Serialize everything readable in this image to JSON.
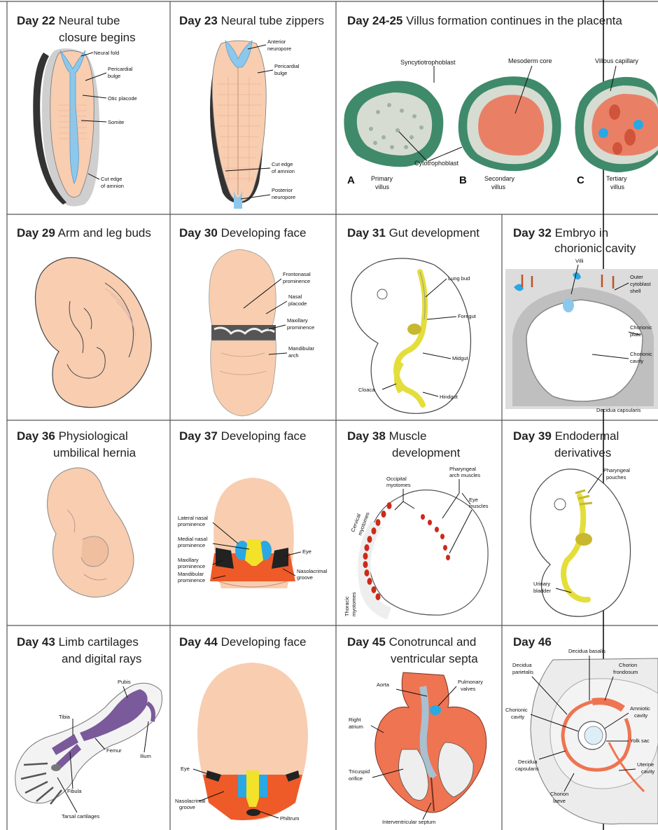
{
  "colors": {
    "skin": "#f8cdb0",
    "neural": "#8cc8ec",
    "mesenchyme": "#f0a8a0",
    "villus_rim": "#3f8a6a",
    "villus_core": "#e98066",
    "gut": "#e4de3c",
    "cartilage": "#7a5a9a",
    "heart": "#ee7452",
    "face_red": "#ee5a28",
    "face_blue": "#2aa8e4",
    "face_yellow": "#f2e22a",
    "muscle": "#cc2a1a"
  },
  "panels": [
    {
      "id": "p22",
      "day": "Day 22",
      "title": [
        "Neural tube",
        "closure begins"
      ],
      "labels": [
        "Neural fold",
        "Pericardial",
        "bulge",
        "Otic placode",
        "Somite",
        "Cut edge",
        "of amnion"
      ]
    },
    {
      "id": "p23",
      "day": "Day 23",
      "title": [
        "Neural tube zippers"
      ],
      "labels": [
        "Anterior",
        "neuropore",
        "Pericardial",
        "bulge",
        "Cut edge",
        "of amnion",
        "Posterior",
        "neuropore"
      ]
    },
    {
      "id": "p24",
      "day": "Day 24-25",
      "title": [
        "Villus formation continues in the placenta"
      ],
      "labels": [
        "Syncytiotrophoblast",
        "Mesoderm core",
        "Villous capillary",
        "Cytotrophoblast",
        "Primary",
        "villus",
        "Secondary",
        "villus",
        "Tertiary",
        "villus"
      ],
      "letters": [
        "A",
        "B",
        "C"
      ]
    },
    {
      "id": "p29",
      "day": "Day 29",
      "title": [
        "Arm and leg buds"
      ],
      "labels": []
    },
    {
      "id": "p30",
      "day": "Day 30",
      "title": [
        "Developing face"
      ],
      "labels": [
        "Frontonasal",
        "prominence",
        "Nasal",
        "placode",
        "Maxillary",
        "prominence",
        "Mandibular",
        "arch"
      ]
    },
    {
      "id": "p31",
      "day": "Day 31",
      "title": [
        "Gut development"
      ],
      "labels": [
        "Lung bud",
        "Foregut",
        "Midgut",
        "Cloaca",
        "Hindgut"
      ]
    },
    {
      "id": "p32",
      "day": "Day 32",
      "title": [
        "Embryo in",
        "chorionic cavity"
      ],
      "labels": [
        "Villi",
        "Outer",
        "cytoblast",
        "shell",
        "Chorionic",
        "plate",
        "Chorionic",
        "cavity",
        "Decidua capsularis"
      ]
    },
    {
      "id": "p36",
      "day": "Day 36",
      "title": [
        "Physiological",
        "umbilical hernia"
      ],
      "labels": []
    },
    {
      "id": "p37",
      "day": "Day 37",
      "title": [
        "Developing face"
      ],
      "labels": [
        "Lateral nasal",
        "prominence",
        "Medial nasal",
        "prominence",
        "Maxillary",
        "prominence",
        "Mandibular",
        "prominence",
        "Eye",
        "Nasolacrimal",
        "groove"
      ]
    },
    {
      "id": "p38",
      "day": "Day 38",
      "title": [
        "Muscle",
        "development"
      ],
      "labels": [
        "Occipital",
        "myotomes",
        "Pharyngeal",
        "arch muscles",
        "Eye",
        "muscles",
        "Cervical",
        "myotomes",
        "Thoracic",
        "myotomes"
      ]
    },
    {
      "id": "p39",
      "day": "Day 39",
      "title": [
        "Endodermal",
        "derivatives"
      ],
      "labels": [
        "Pharyngeal",
        "pouches",
        "Urinary",
        "bladder"
      ]
    },
    {
      "id": "p43",
      "day": "Day 43",
      "title": [
        "Limb cartilages",
        "and digital rays"
      ],
      "labels": [
        "Pubis",
        "Tibia",
        "Femur",
        "Ilium",
        "Fibula",
        "Tarsal cartilages"
      ]
    },
    {
      "id": "p44",
      "day": "Day 44",
      "title": [
        "Developing face"
      ],
      "labels": [
        "Eye",
        "Nasolacrimal",
        "groove",
        "Philtrum"
      ]
    },
    {
      "id": "p45",
      "day": "Day 45",
      "title": [
        "Conotruncal and",
        "ventricular septa"
      ],
      "labels": [
        "Aorta",
        "Pulmonary",
        "valves",
        "Right",
        "atrium",
        "Tricuspid",
        "orifice",
        "Interventricular septum"
      ]
    },
    {
      "id": "p46",
      "day": "Day 46",
      "title": [],
      "labels": [
        "Decidua basalis",
        "Decidua",
        "parietalis",
        "Chorion",
        "frondosum",
        "Chorionic",
        "cavity",
        "Amniotic",
        "cavity",
        "Yolk sac",
        "Decidua",
        "capsularis",
        "Uterine",
        "cavity",
        "Chorion",
        "laeve"
      ]
    }
  ]
}
